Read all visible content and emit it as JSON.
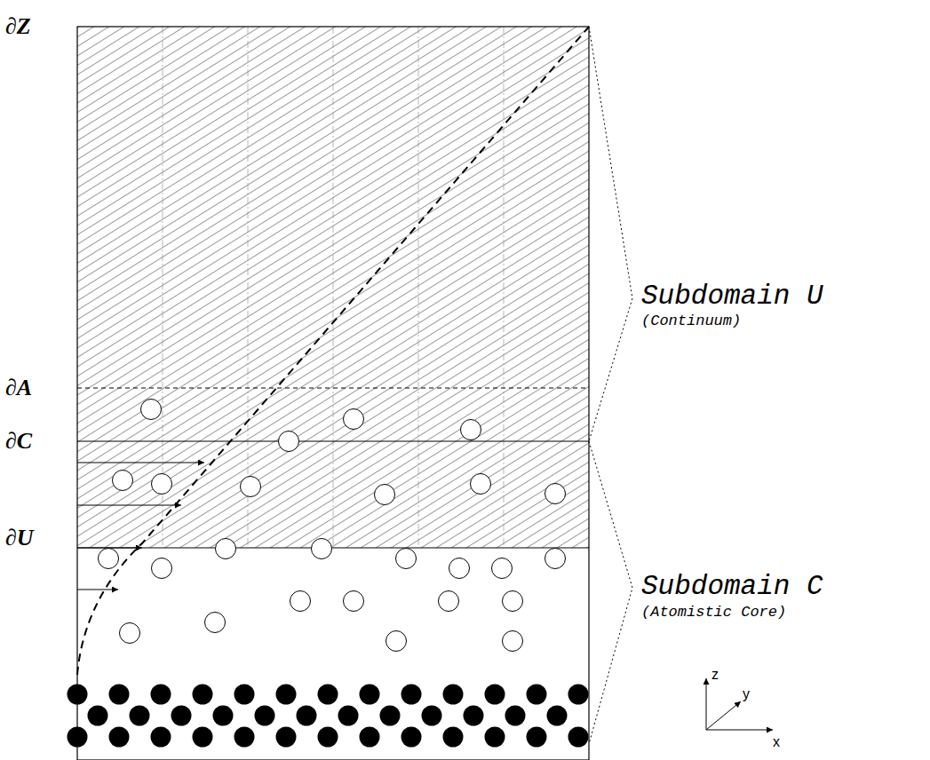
{
  "diagram": {
    "labels": [
      "∂Z",
      "∂A",
      "∂C",
      "∂U",
      "Subdomain U",
      "(Continuum)",
      "Subdomain C",
      "(Atomistic Core)",
      "z",
      "y",
      "x"
    ]
  }
}
